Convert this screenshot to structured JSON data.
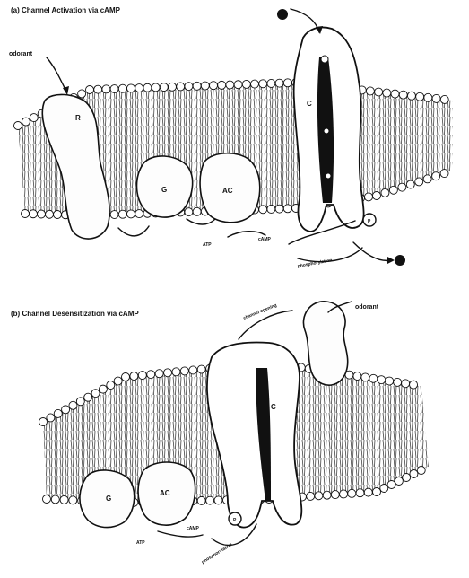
{
  "panel_a": {
    "title": "(a)  Channel Activation via cAMP",
    "odorant_label": "odorant",
    "receptor_label": "R",
    "gprotein_label": "G",
    "cyclase_label": "AC",
    "channel_label": "C",
    "atp_label": "ATP",
    "camp_label": "cAMP",
    "phosphorylation_label": "phosphorylation",
    "phosphate_label": "P"
  },
  "panel_b": {
    "title": "(b)  Channel Desensitization via cAMP",
    "odorant_label": "odorant",
    "channel_label": "C",
    "cyclase_label": "AC",
    "gprotein_label": "G",
    "atp_label": "ATP",
    "camp_label": "cAMP",
    "phosphorylation_label": "phosphorylation",
    "phosphate_label": "P",
    "arrow_label": "channel opening"
  }
}
